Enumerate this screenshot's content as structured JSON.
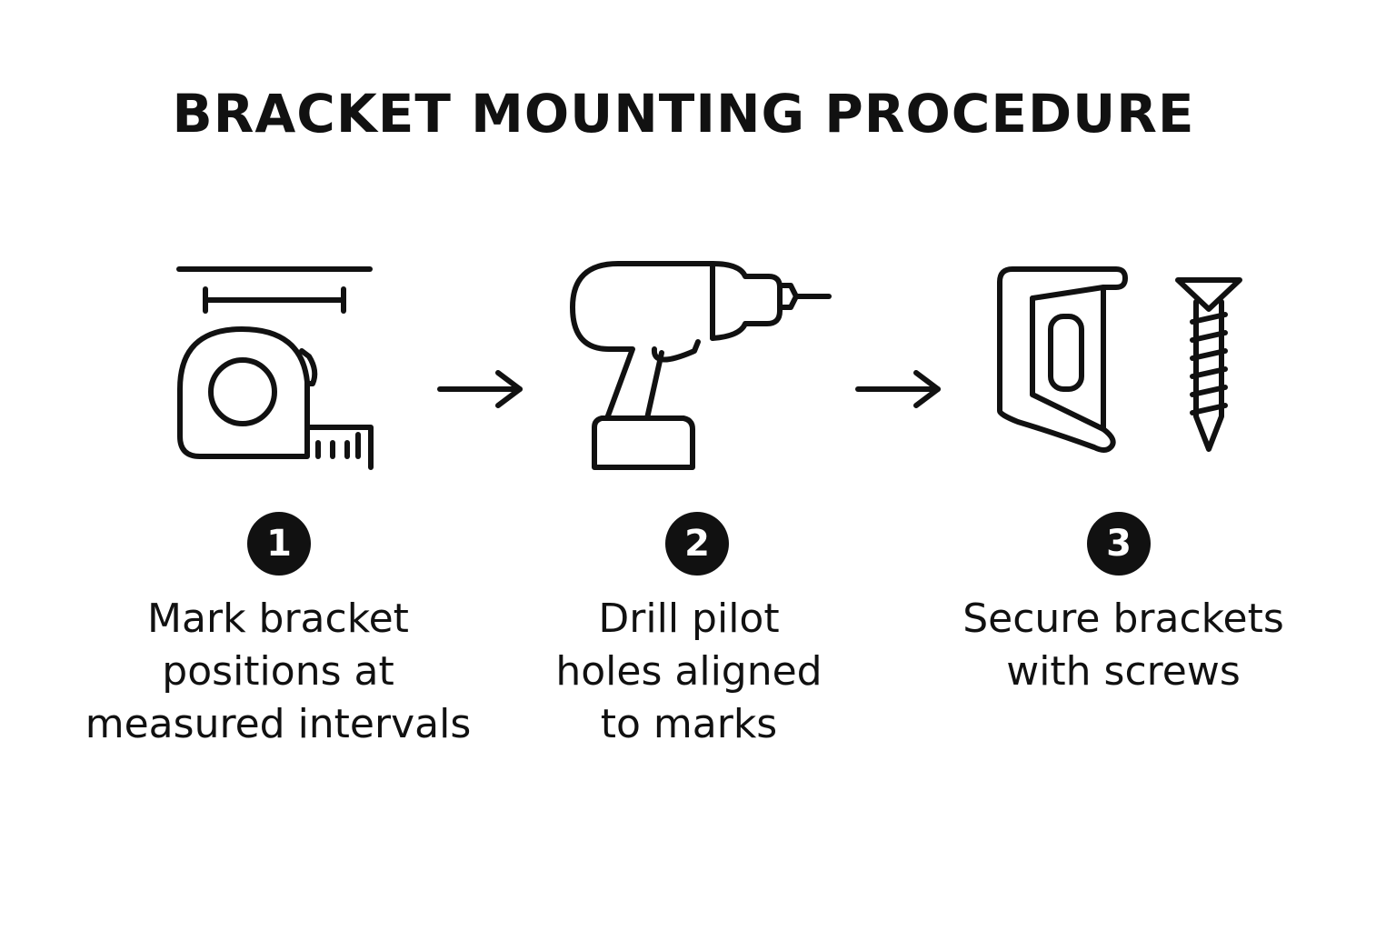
{
  "title": "BRACKET MOUNTING PROCEDURE",
  "steps": [
    {
      "number": "1",
      "icon": "tape-measure-icon",
      "lines": [
        "Mark bracket",
        "positions at",
        "measured intervals"
      ]
    },
    {
      "number": "2",
      "icon": "drill-icon",
      "lines": [
        "Drill pilot",
        "holes aligned",
        "to marks"
      ]
    },
    {
      "number": "3",
      "icon": "bracket-and-screw-icon",
      "lines": [
        "Secure brackets",
        "with screws"
      ]
    }
  ],
  "colors": {
    "ink": "#111111",
    "background": "#ffffff"
  }
}
